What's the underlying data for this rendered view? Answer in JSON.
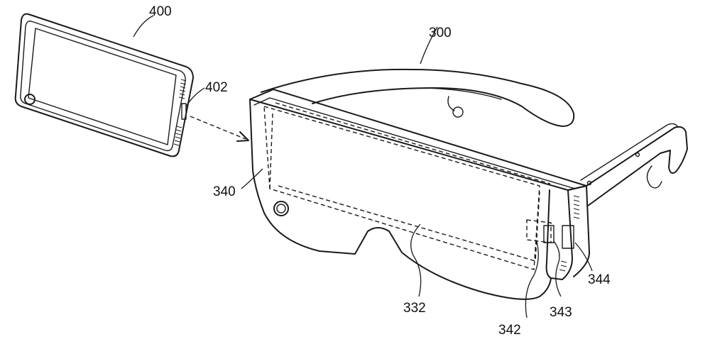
{
  "labels": {
    "l400": "400",
    "l402": "402",
    "l300": "300",
    "l340": "340",
    "l332": "332",
    "l342": "342",
    "l343": "343",
    "l344": "344"
  }
}
